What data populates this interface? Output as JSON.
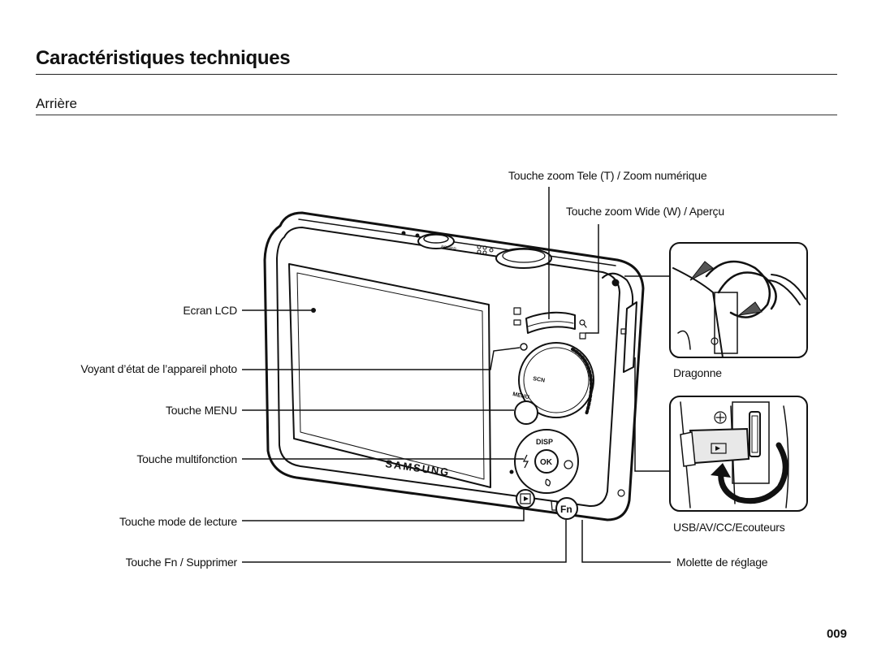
{
  "header": {
    "title": "Caractéristiques techniques",
    "section": "Arrière"
  },
  "callouts": {
    "zoom_tele": "Touche zoom Tele (T) / Zoom numérique",
    "zoom_wide": "Touche zoom Wide (W) / Aperçu",
    "lcd": "Ecran LCD",
    "status_lamp": "Voyant d’état de l’appareil photo",
    "menu": "Touche MENU",
    "multi": "Touche multifonction",
    "playback": "Touche mode de lecture",
    "fn_delete": "Touche Fn / Supprimer",
    "strap": "Dragonne",
    "usb": "USB/AV/CC/Ecouteurs",
    "dial": "Molette de réglage"
  },
  "camera": {
    "brand": "SAMSUNG",
    "power_label": "POWER",
    "disp_label": "DISP",
    "ok_label": "OK",
    "fn_label": "Fn",
    "menu_label": "MENU",
    "scn_label": "SCN"
  },
  "footer": {
    "page_number": "009"
  }
}
